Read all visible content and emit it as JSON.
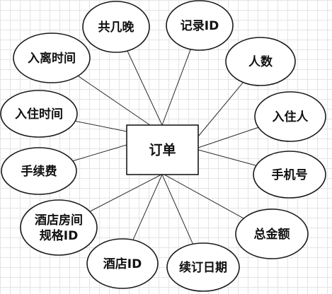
{
  "entity": {
    "label": "订单"
  },
  "attributes": [
    {
      "id": "nights",
      "label": "共几晚"
    },
    {
      "id": "record-id",
      "label": "记录ID",
      "primary_key": true
    },
    {
      "id": "checkout-time",
      "label": "入离时间"
    },
    {
      "id": "guest-count",
      "label": "人数"
    },
    {
      "id": "checkin-time",
      "label": "入住时间"
    },
    {
      "id": "guest",
      "label": "入住人"
    },
    {
      "id": "fee",
      "label": "手续费"
    },
    {
      "id": "phone",
      "label": "手机号"
    },
    {
      "id": "room-spec-id",
      "label": "酒店房间\n规格ID"
    },
    {
      "id": "total-amount",
      "label": "总金额"
    },
    {
      "id": "hotel-id",
      "label": "酒店ID"
    },
    {
      "id": "renewal-date",
      "label": "续订日期"
    }
  ]
}
